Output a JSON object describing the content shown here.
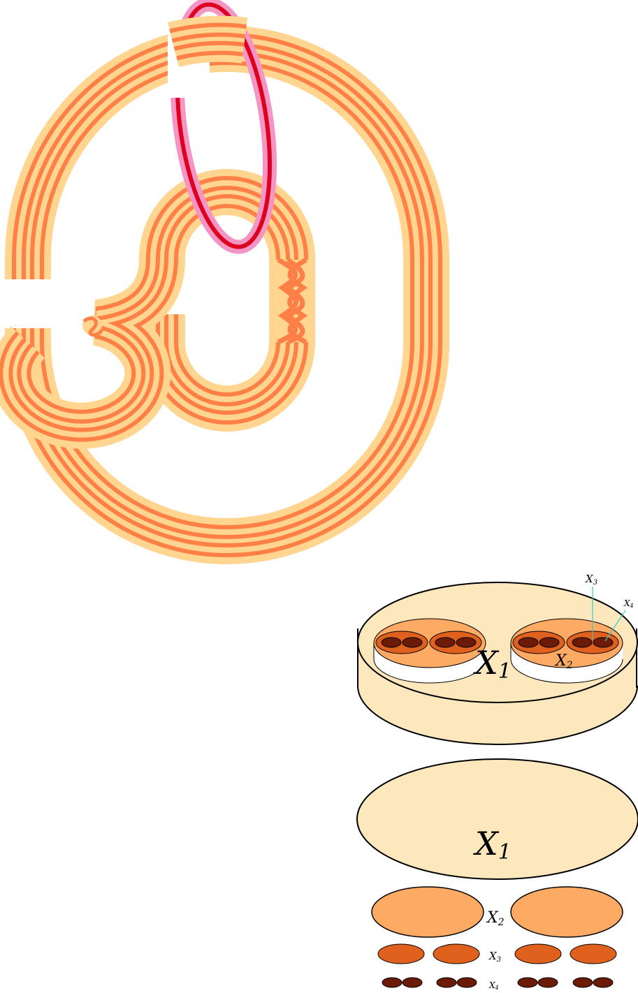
{
  "colors": {
    "band_outer": "#ffd590",
    "band_stripe": "#ff8047",
    "ring_outer": "#f595c4",
    "ring_core": "#dd0020",
    "x1_fill": "#fde8bd",
    "x2_fill": "#fcaa64",
    "x3_fill": "#df611d",
    "x4_fill": "#6b1b06",
    "leader": "#33cccc"
  },
  "labels": {
    "cyl_x1": "X",
    "cyl_x1_sub": "1",
    "cyl_x2": "X",
    "cyl_x2_sub": "2",
    "cyl_x3": "X",
    "cyl_x3_sub": "3",
    "cyl_x4": "X",
    "cyl_x4_sub": "4",
    "disk_x1": "X",
    "disk_x1_sub": "1",
    "row_x2": "X",
    "row_x2_sub": "2",
    "row_x3": "X",
    "row_x3_sub": "3",
    "row_x4": "X",
    "row_x4_sub": "4"
  }
}
